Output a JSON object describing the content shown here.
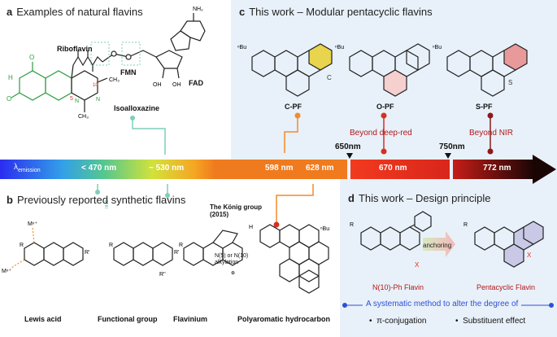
{
  "panel_a": {
    "letter": "a",
    "title": "Examples of natural flavins",
    "riboflavin": "Riboflavin",
    "fmn": "FMN",
    "fad": "FAD",
    "isoalloxazine": "Isoalloxazine"
  },
  "panel_b": {
    "letter": "b",
    "title": "Previously reported synthetic flavins",
    "lewis_acid": "Lewis acid",
    "functional_group": "Functional group",
    "flavinium": "Flavinium",
    "alkylation": "N(5) or N(10)\nalkylation",
    "polyaromatic": "Polyaromatic hydrocarbon",
    "konig": "The König group\n(2015)"
  },
  "panel_c": {
    "letter": "c",
    "title": "This work – Modular pentacyclic flavins",
    "cpf": "C-PF",
    "opf": "O-PF",
    "spf": "S-PF",
    "beyond_deep_red": "Beyond deep-red",
    "beyond_nir": "Beyond NIR",
    "nm650": "650nm",
    "nm750": "750nm"
  },
  "panel_d": {
    "letter": "d",
    "title": "This work – Design principle",
    "n10_ph": "N(10)-Ph Flavin",
    "anchoring": "anchoring",
    "pentacyclic": "Pentacyclic Flavin",
    "method": "A systematic method to alter the degree of",
    "bullet1": "π-conjugation",
    "bullet2": "Substituent effect"
  },
  "spectrum": {
    "lambda": "λ",
    "lambda_sub": "emission",
    "lt470": "< 470 nm",
    "nm530": "~ 530 nm",
    "nm598": "598 nm",
    "nm628": "628 nm",
    "nm670": "670 nm",
    "nm772": "772 nm"
  },
  "colors": {
    "teal": "#7fcdbb",
    "orange": "#f28c28",
    "red": "#d7301f",
    "darkred": "#8b1a1a",
    "blue": "#2f4fd8"
  }
}
